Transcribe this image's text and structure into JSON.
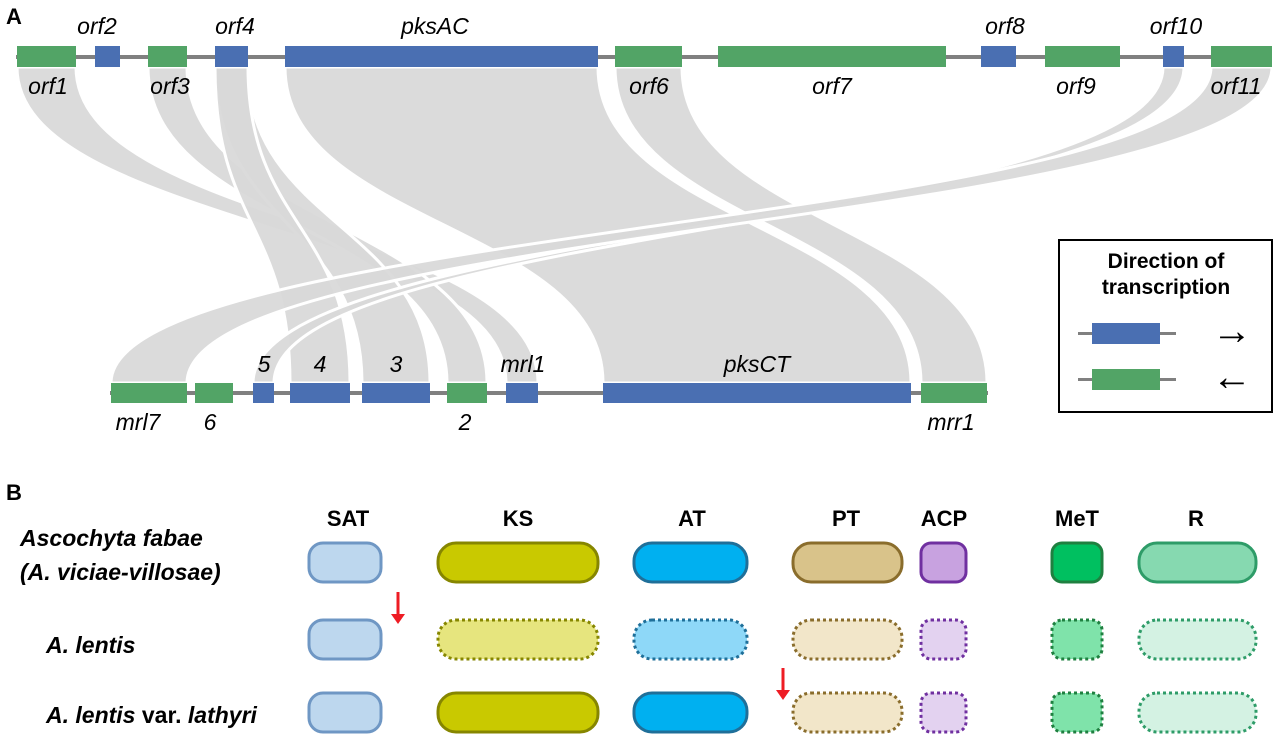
{
  "panels": {
    "a": "A",
    "b": "B"
  },
  "genes_top": [
    {
      "id": "orf1",
      "label": "orf1",
      "direction": "reverse"
    },
    {
      "id": "orf2",
      "label": "orf2",
      "direction": "forward"
    },
    {
      "id": "orf3",
      "label": "orf3",
      "direction": "reverse"
    },
    {
      "id": "orf4",
      "label": "orf4",
      "direction": "forward"
    },
    {
      "id": "pksAC",
      "label": "pksAC",
      "direction": "forward"
    },
    {
      "id": "orf6",
      "label": "orf6",
      "direction": "reverse"
    },
    {
      "id": "orf7",
      "label": "orf7",
      "direction": "reverse"
    },
    {
      "id": "orf8",
      "label": "orf8",
      "direction": "forward"
    },
    {
      "id": "orf9",
      "label": "orf9",
      "direction": "reverse"
    },
    {
      "id": "orf10",
      "label": "orf10",
      "direction": "forward"
    },
    {
      "id": "orf11",
      "label": "orf11",
      "direction": "reverse"
    }
  ],
  "genes_bottom": [
    {
      "id": "mrl7",
      "label": "mrl7",
      "direction": "reverse"
    },
    {
      "id": "g6",
      "label": "6",
      "direction": "reverse"
    },
    {
      "id": "g5",
      "label": "5",
      "direction": "forward"
    },
    {
      "id": "g4",
      "label": "4",
      "direction": "forward"
    },
    {
      "id": "g3",
      "label": "3",
      "direction": "forward"
    },
    {
      "id": "g2",
      "label": "2",
      "direction": "reverse"
    },
    {
      "id": "mrl1",
      "label": "mrl1",
      "direction": "forward"
    },
    {
      "id": "pksCT",
      "label": "pksCT",
      "direction": "forward"
    },
    {
      "id": "mrr1",
      "label": "mrr1",
      "direction": "reverse"
    }
  ],
  "synteny_links": [
    [
      "orf1",
      "mrl1"
    ],
    [
      "orf3",
      "g2"
    ],
    [
      "orf4",
      "g3"
    ],
    [
      "orf4",
      "g4"
    ],
    [
      "pksAC",
      "pksCT"
    ],
    [
      "orf6",
      "mrr1"
    ],
    [
      "orf10",
      "g5"
    ],
    [
      "orf11",
      "mrl7"
    ]
  ],
  "legend": {
    "title_line1": "Direction of",
    "title_line2": "transcription",
    "forward_arrow": "→",
    "reverse_arrow": "←"
  },
  "domains": [
    "SAT",
    "KS",
    "AT",
    "PT",
    "ACP",
    "MeT",
    "R"
  ],
  "species": [
    {
      "line1": "Ascochyta fabae",
      "line2": "(A. viciae-villosae)",
      "domains": {
        "SAT": "intact",
        "KS": "intact",
        "AT": "intact",
        "PT": "intact",
        "ACP": "intact",
        "MeT": "intact",
        "R": "intact"
      }
    },
    {
      "name": "A. lentis",
      "mutation_after": "SAT",
      "domains": {
        "SAT": "intact",
        "KS": "lost",
        "AT": "lost",
        "PT": "lost",
        "ACP": "lost",
        "MeT": "lost",
        "R": "lost"
      }
    },
    {
      "name_italic": "A. lentis",
      "name_suffix": " var. ",
      "name_italic2": "lathyri",
      "mutation_after": "AT",
      "domains": {
        "SAT": "intact",
        "KS": "intact",
        "AT": "intact",
        "PT": "lost",
        "ACP": "lost",
        "MeT": "lost",
        "R": "lost"
      }
    }
  ],
  "colors": {
    "forward_gene": "#4a6fb2",
    "reverse_gene": "#52a466",
    "backbone": "#808080",
    "link": "#d9d9d9",
    "mutation_arrow": "#ee1c24",
    "SAT": {
      "fill": "#bdd7ee",
      "stroke": "#6f97c4",
      "lost_fill": "#bdd7ee"
    },
    "KS": {
      "fill": "#c9c900",
      "stroke": "#868600",
      "lost_fill": "#e6e57e"
    },
    "AT": {
      "fill": "#00b0f0",
      "stroke": "#1f6f99",
      "lost_fill": "#8ed8f8"
    },
    "PT": {
      "fill": "#d9c38a",
      "stroke": "#8a6d2c",
      "lost_fill": "#f2e6c9"
    },
    "ACP": {
      "fill": "#c8a2e0",
      "stroke": "#7030a0",
      "lost_fill": "#e3d2f0"
    },
    "MeT": {
      "fill": "#00c060",
      "stroke": "#1f8040",
      "lost_fill": "#7fe3aa"
    },
    "R": {
      "fill": "#86d9b0",
      "stroke": "#2e9c68",
      "lost_fill": "#d4f2e3"
    }
  }
}
